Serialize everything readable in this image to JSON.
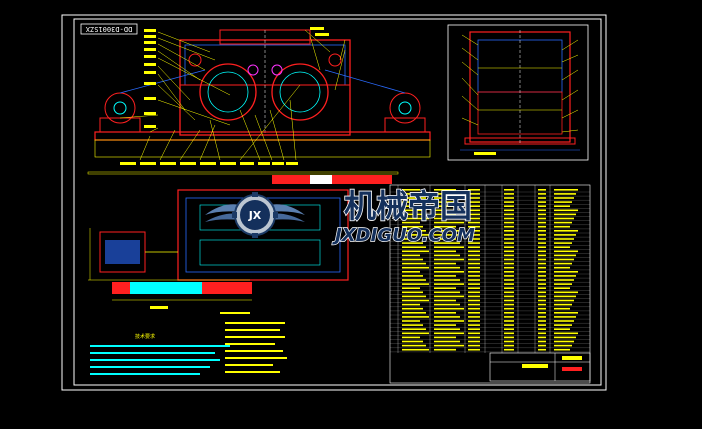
{
  "drawing": {
    "code": "DD-D3001SZX",
    "note_heading": "技术要求"
  },
  "watermark": {
    "title": "机械帝国",
    "url": "JXDIGUO.COM",
    "emblem_letters": "JX"
  },
  "colors": {
    "background": "#000000",
    "frame": "#ffffff",
    "line_red": "#ff2020",
    "line_blue": "#2a6bff",
    "line_cyan": "#00ffff",
    "line_yellow": "#ffff00",
    "line_magenta": "#ff33ff",
    "line_green": "#33ff33",
    "watermark_fill": "#14305c"
  }
}
